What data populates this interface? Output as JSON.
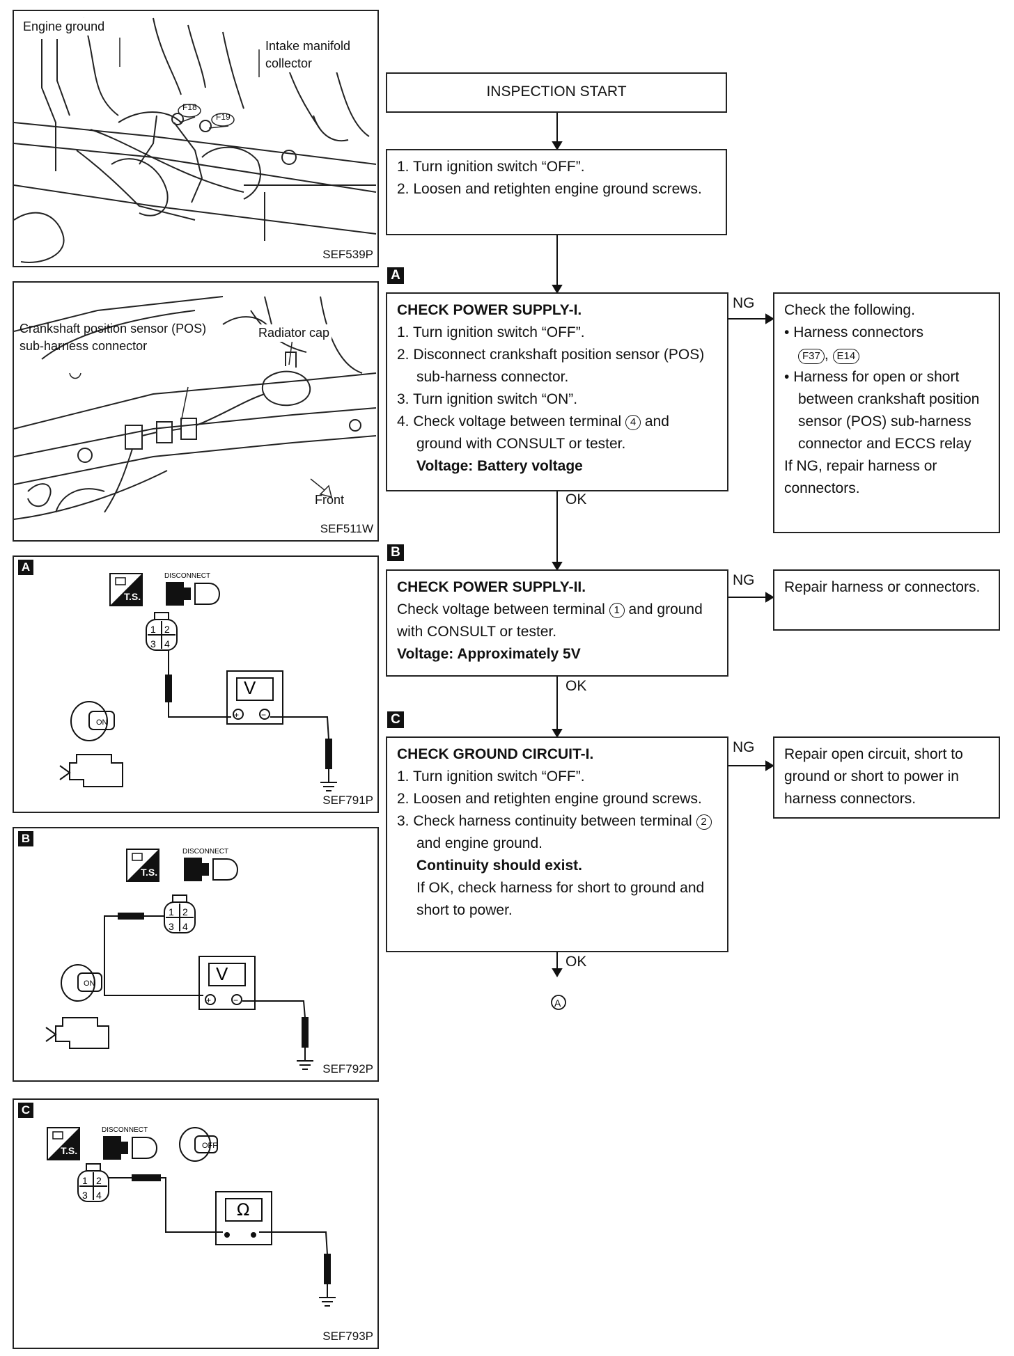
{
  "panels": {
    "engine_ground": {
      "label_engine": "Engine ground",
      "label_intake": "Intake manifold collector",
      "conn1": "F18",
      "conn2": "F19",
      "code": "SEF539P"
    },
    "crankshaft": {
      "label_sensor": "Crankshaft position sensor (POS) sub-harness connector",
      "label_radiator": "Radiator cap",
      "label_front": "Front",
      "code": "SEF511W"
    },
    "diag_a": {
      "letter": "A",
      "disconnect": "DISCONNECT",
      "ts": "T.S.",
      "meter": "V",
      "code": "SEF791P"
    },
    "diag_b": {
      "letter": "B",
      "disconnect": "DISCONNECT",
      "ts": "T.S.",
      "meter": "V",
      "code": "SEF792P"
    },
    "diag_c": {
      "letter": "C",
      "disconnect": "DISCONNECT",
      "ts": "T.S.",
      "meter": "Ω",
      "code": "SEF793P"
    }
  },
  "flow": {
    "start": "INSPECTION START",
    "step0": [
      "1. Turn ignition switch “OFF”.",
      "2. Loosen and retighten engine ground screws."
    ],
    "a": {
      "mark": "A",
      "title": "CHECK POWER SUPPLY-I.",
      "items": [
        "1. Turn ignition switch “OFF”.",
        "2. Disconnect crankshaft position sensor (POS) sub-harness connector.",
        "3. Turn ignition switch “ON”."
      ],
      "item4_pre": "4. Check voltage between terminal",
      "item4_term": "4",
      "item4_post": "and ground with CONSULT or tester.",
      "spec": "Voltage: Battery voltage",
      "ng": "NG",
      "ok": "OK",
      "ng_intro": "Check the following.",
      "ng_b1_pre": "Harness connectors",
      "ng_conn1": "F37",
      "ng_conn2": "E14",
      "ng_b2": "Harness for open or short between crankshaft position sensor (POS) sub-harness connector and ECCS relay",
      "ng_end": "If NG, repair harness or connectors."
    },
    "b": {
      "mark": "B",
      "title": "CHECK POWER SUPPLY-II.",
      "line_pre": "Check voltage between terminal",
      "term": "1",
      "line_post": "and ground with CONSULT or tester.",
      "spec": "Voltage: Approximately 5V",
      "ng": "NG",
      "ok": "OK",
      "ng_text": "Repair harness or connectors."
    },
    "c": {
      "mark": "C",
      "title": "CHECK GROUND CIRCUIT-I.",
      "items": [
        "1. Turn ignition switch “OFF”.",
        "2. Loosen and retighten engine ground screws."
      ],
      "item3_pre": "3. Check harness continuity between terminal",
      "term": "2",
      "item3_post": "and engine ground.",
      "spec": "Continuity should exist.",
      "note": "If OK, check harness for short to ground and short to power.",
      "ng": "NG",
      "ok": "OK",
      "ng_text": "Repair open circuit, short to ground or short to power in harness connectors."
    },
    "end_mark": "A"
  }
}
